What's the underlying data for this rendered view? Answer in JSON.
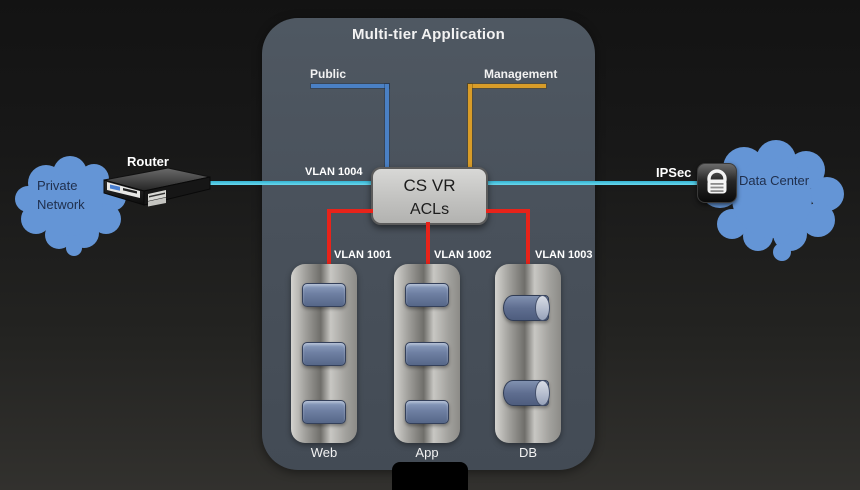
{
  "diagram": {
    "title": "Multi-tier Application",
    "nodes": {
      "private_network": "Private Network",
      "router": "Router",
      "cs_vr": "CS VR",
      "acls": "ACLs",
      "data_center": "Data Center",
      "web": "Web",
      "app": "App",
      "db": "DB"
    },
    "links": {
      "public": "Public",
      "management": "Management",
      "vlan_1004": "VLAN 1004",
      "vlan_1001": "VLAN 1001",
      "vlan_1002": "VLAN 1002",
      "vlan_1003": "VLAN 1003",
      "ipsec": "IPSec"
    },
    "colors": {
      "public_line": "#4a80c4",
      "management_line": "#d89c28",
      "trunk_line_cyan": "#45c6e4",
      "acl_line_red": "#e8231a",
      "cloud_blue": "#6495d6",
      "container_bg": "#4a525c",
      "csvr_box": "#c6c6c4"
    }
  }
}
